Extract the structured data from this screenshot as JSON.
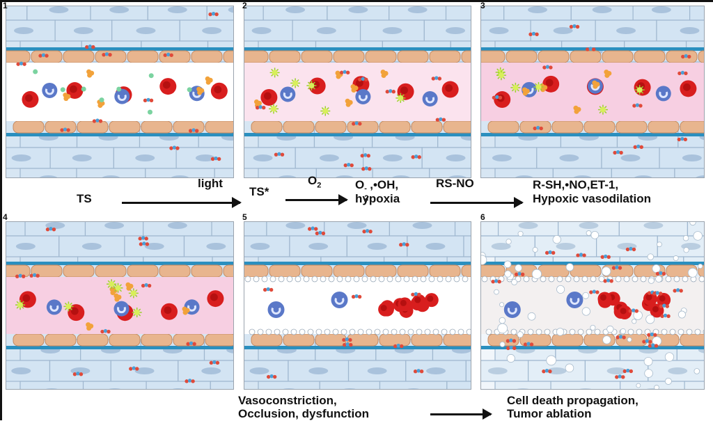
{
  "panels": [
    {
      "number": "1"
    },
    {
      "number": "2"
    },
    {
      "number": "3"
    },
    {
      "number": "4"
    },
    {
      "number": "5"
    },
    {
      "number": "6"
    }
  ],
  "row1_labels": {
    "ts": "TS",
    "light": "light",
    "ts_star": "TS*",
    "o2_base": "O",
    "o2_sub": "2",
    "ros_line1_pre": "O",
    "ros_line1_sup": "-",
    "ros_line1_sub": "2",
    "ros_line1_post": ",•OH,",
    "ros_line2": "hypoxia",
    "rsno": "RS-NO",
    "rsh_line1": "R-SH,•NO,ET-1,",
    "rsh_line2": "Hypoxic vasodilation"
  },
  "row2_labels": {
    "vaso_line1": "Vasoconstriction,",
    "vaso_line2": "Occlusion, dysfunction",
    "death_line1": "Cell death propagation,",
    "death_line2": "Tumor ablation"
  }
}
